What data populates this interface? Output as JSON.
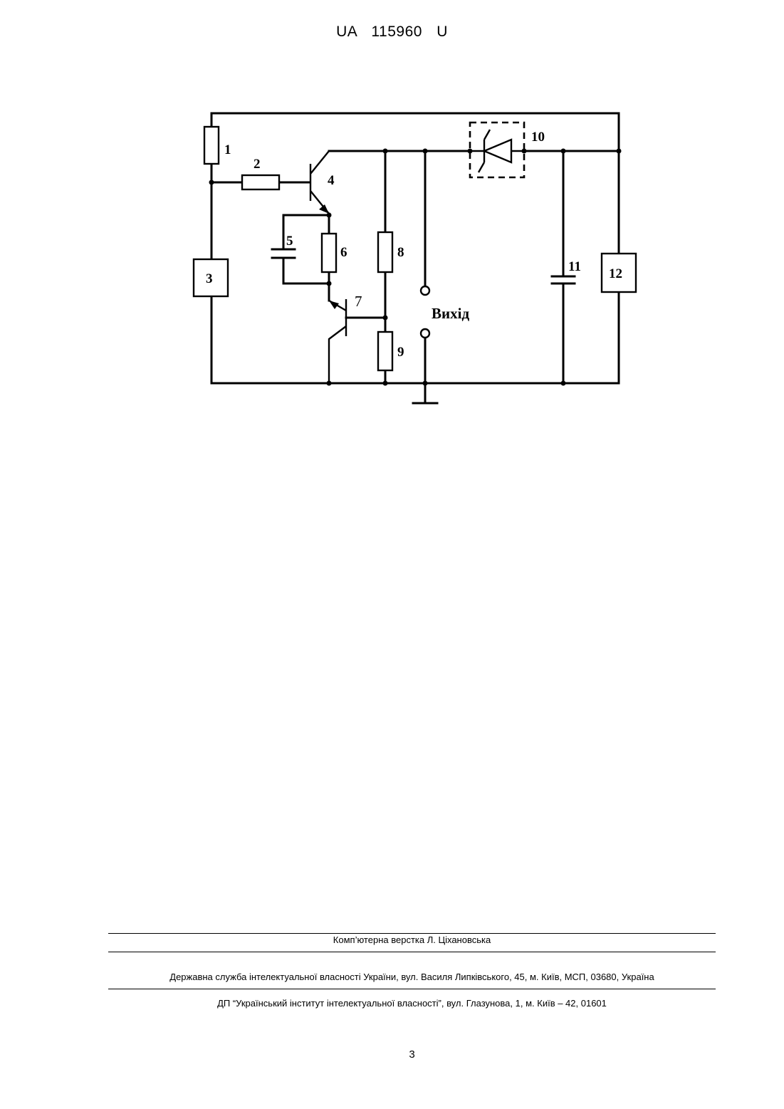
{
  "header": {
    "doc_id": "UA   115960   U"
  },
  "figure": {
    "labels": {
      "c1": "1",
      "c2": "2",
      "c3": "3",
      "c4": "4",
      "c5": "5",
      "c6": "6",
      "c7": "7",
      "c8": "8",
      "c9": "9",
      "c10": "10",
      "c11": "11",
      "c12": "12"
    },
    "output_label": "Вихід"
  },
  "footer": {
    "typesetting": "Комп’ютерна верстка Л. Ціхановська",
    "agency": "Державна служба інтелектуальної власності України, вул. Василя Липківського, 45, м. Київ, МСП, 03680, Україна",
    "institute": "ДП “Український інститут інтелектуальної власності”, вул. Глазунова, 1, м. Київ – 42, 01601"
  },
  "page_number": "3"
}
